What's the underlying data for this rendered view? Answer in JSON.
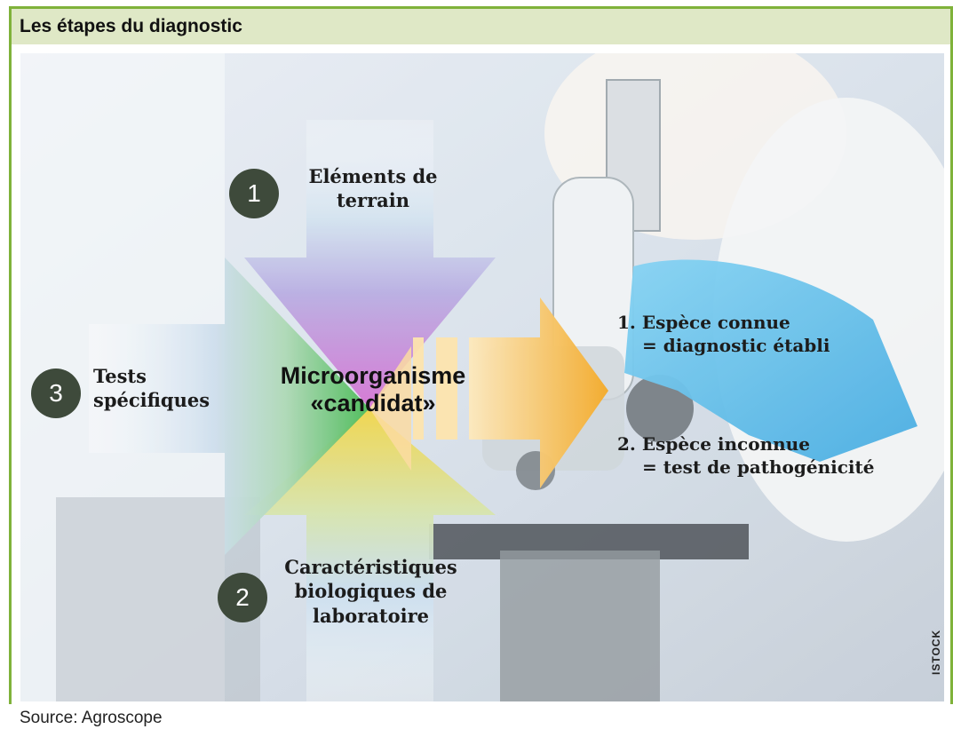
{
  "header": {
    "title": "Les étapes du diagnostic"
  },
  "diagram": {
    "center": {
      "line1": "Microorganisme",
      "line2": "«candidat»"
    },
    "step1": {
      "number": "1",
      "line1": "Eléments de",
      "line2": "terrain"
    },
    "step2": {
      "number": "2",
      "line1": "Caractéristiques",
      "line2": "biologiques de",
      "line3": "laboratoire"
    },
    "step3": {
      "number": "3",
      "line1": "Tests",
      "line2": "spécifiques"
    },
    "result1": {
      "line1": "1. Espèce connue",
      "line2": "= diagnostic établi"
    },
    "result2": {
      "line1": "2. Espèce inconnue",
      "line2": "= test de pathogénicité"
    }
  },
  "credit": "ISTOCK",
  "footer": {
    "source": "Source: Agroscope"
  },
  "colors": {
    "border": "#7fb23a",
    "title_bg": "#dfe8c6",
    "badge": "#3e4a3b",
    "arrow_out": "#f4a623"
  }
}
